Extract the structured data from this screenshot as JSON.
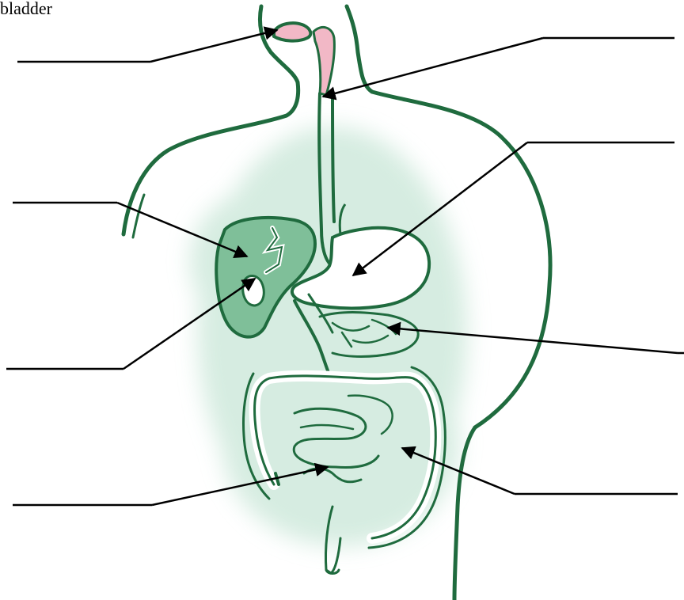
{
  "header": {
    "cut_off_label": "bladder"
  },
  "colors": {
    "outline": "#1f6b3e",
    "organ_fill": "#7fbf99",
    "glow": "#cfe9dc",
    "mouth_pink": "#f2b8c6",
    "pointer": "#000000",
    "background": "#ffffff"
  },
  "blank_labels": [
    {
      "target": "mouth",
      "text": ""
    },
    {
      "target": "esophagus",
      "text": ""
    },
    {
      "target": "stomach",
      "text": ""
    },
    {
      "target": "liver",
      "text": ""
    },
    {
      "target": "gallbladder",
      "text": ""
    },
    {
      "target": "pancreas",
      "text": ""
    },
    {
      "target": "small-intestine",
      "text": ""
    },
    {
      "target": "large-intestine",
      "text": ""
    }
  ]
}
